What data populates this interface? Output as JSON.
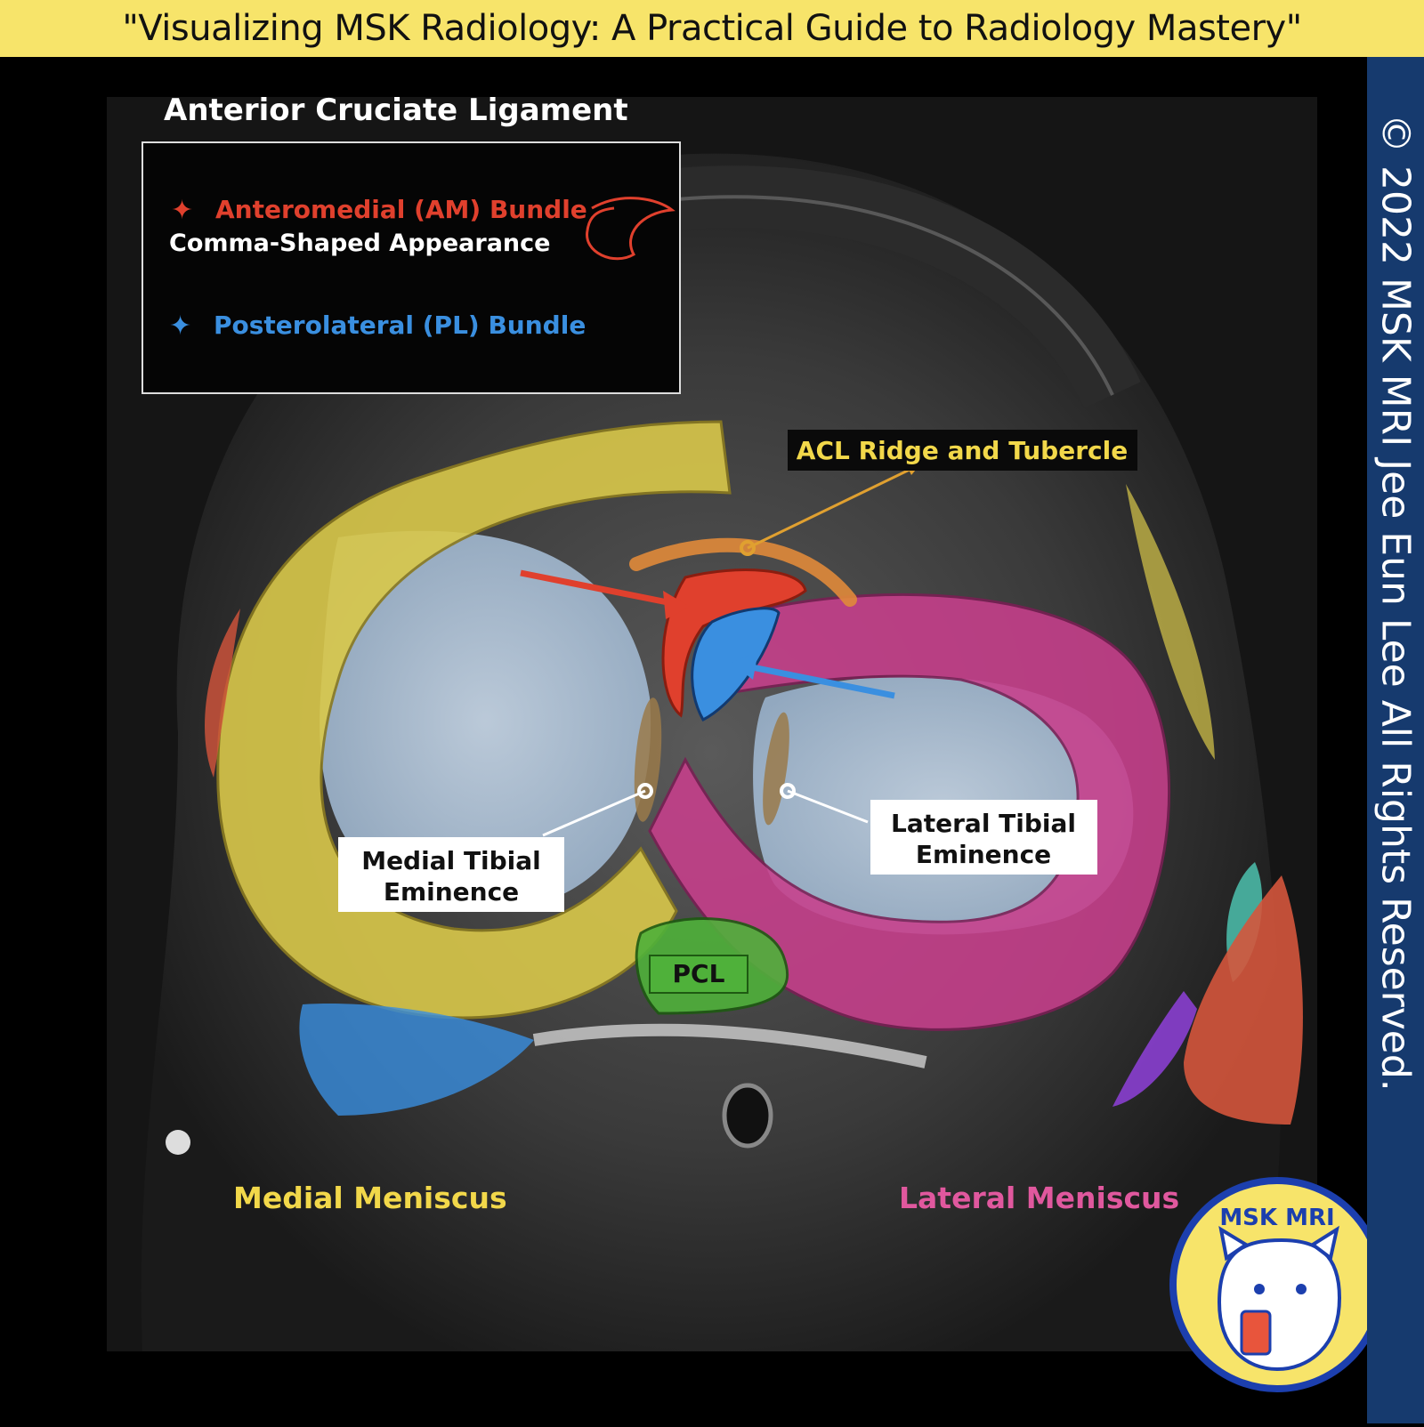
{
  "banner": {
    "title": "\"Visualizing MSK Radiology: A Practical Guide to Radiology Mastery\""
  },
  "copyright": "© 2022 MSK MRI Jee Eun Lee All Rights Reserved.",
  "legend": {
    "heading": "Anterior Cruciate Ligament",
    "am_bundle": "Anteromedial (AM) Bundle",
    "am_note": "Comma-Shaped Appearance",
    "pl_bundle": "Posterolateral (PL) Bundle",
    "am_color": "#e0402d",
    "pl_color": "#3a8fe0"
  },
  "labels": {
    "acl_ridge": "ACL Ridge and Tubercle",
    "medial_eminence_line1": "Medial Tibial",
    "medial_eminence_line2": "Eminence",
    "lateral_eminence_line1": "Lateral Tibial",
    "lateral_eminence_line2": "Eminence",
    "pcl": "PCL",
    "medial_meniscus": "Medial Meniscus",
    "lateral_meniscus": "Lateral Meniscus"
  },
  "logo": {
    "text": "MSK MRI"
  },
  "colors": {
    "medial_meniscus": "#d9c84a",
    "lateral_meniscus": "#c83f8c",
    "pcl": "#4fb13a",
    "acl_ridge": "#e08a3a",
    "label_yellow": "#f2d84a",
    "label_pink": "#e0589e"
  }
}
